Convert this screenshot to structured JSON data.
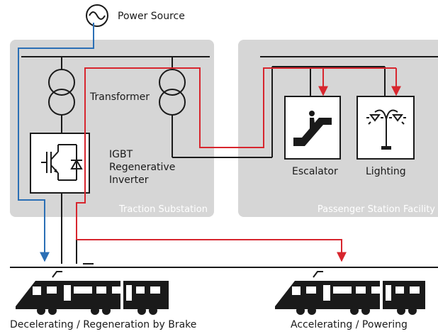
{
  "labels": {
    "power_source": "Power Source",
    "transformer": "Transformer",
    "igbt_line1": "IGBT",
    "igbt_line2": "Regenerative",
    "igbt_line3": "Inverter",
    "traction_substation": "Traction Substation",
    "passenger_station_facility": "Passenger Station Facility",
    "escalator": "Escalator",
    "lighting": "Lighting",
    "decelerating": "Decelerating / Regeneration by Brake",
    "accelerating": "Accelerating / Powering"
  },
  "colors": {
    "regeneration_flow": "#2b6fb5",
    "powering_flow": "#d7262e",
    "area_fill": "#d6d6d6",
    "wiring": "#1a1a1a"
  },
  "icons": {
    "power_source": "ac-source-icon",
    "transformer": "transformer-icon",
    "inverter": "igbt-inverter-icon",
    "escalator": "escalator-icon",
    "lighting": "street-lamp-icon",
    "train": "train-icon"
  }
}
